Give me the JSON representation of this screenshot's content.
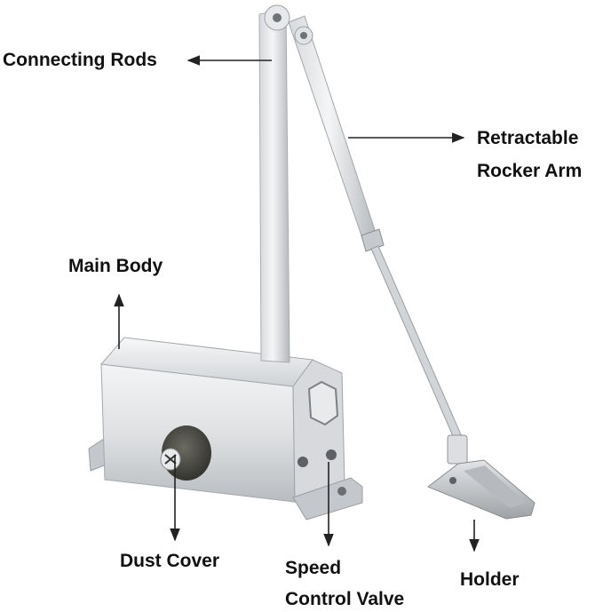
{
  "labels": {
    "connecting_rods": "Connecting Rods",
    "retractable_rocker_arm_line1": "Retractable",
    "retractable_rocker_arm_line2": "Rocker Arm",
    "main_body": "Main Body",
    "dust_cover": "Dust Cover",
    "speed_control_valve_line1": "Speed",
    "speed_control_valve_line2": "Control Valve",
    "holder": "Holder"
  },
  "colors": {
    "background": "#ffffff",
    "text": "#111111",
    "arrow": "#222222",
    "metal_light": "#eceef0",
    "metal_mid": "#c9ccd0",
    "metal_dark": "#8d9196",
    "cover_dark": "#4a4a44"
  }
}
